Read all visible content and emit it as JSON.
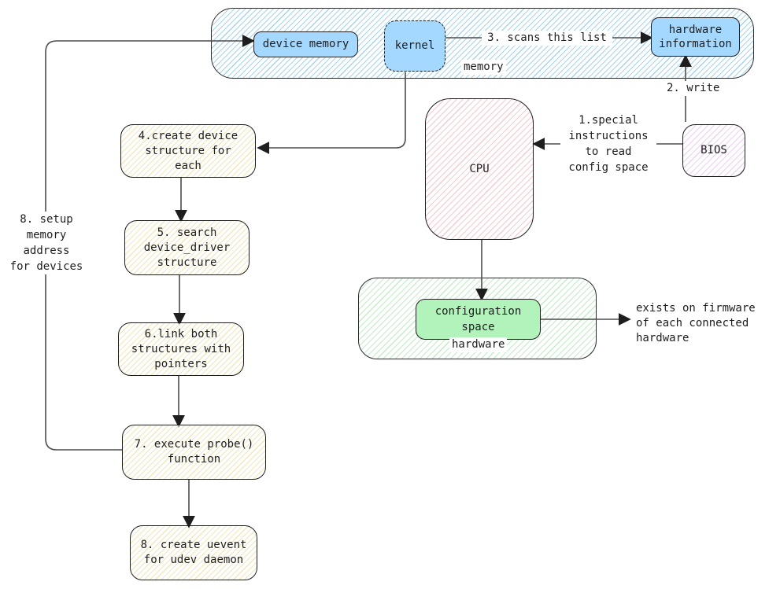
{
  "colors": {
    "blue_fill": "#a5d8ff",
    "green_fill": "#b2f2bb",
    "blue_hatch": "#a8d3ef",
    "pink_hatch": "#f6c9ce",
    "purple_hatch": "#edd0f2",
    "green_hatch": "#c4ebc8",
    "yellow_hatch": "#f1e6bc",
    "stroke": "#1e1e1e",
    "wire": "#4d4d4d"
  },
  "groups": {
    "memory": {
      "label": "memory"
    },
    "hardware": {
      "label": "hardware"
    }
  },
  "nodes": {
    "device_memory": {
      "label": "device memory"
    },
    "kernel": {
      "label": "kernel"
    },
    "hardware_information": {
      "label": "hardware\ninformation"
    },
    "cpu": {
      "label": "CPU"
    },
    "bios": {
      "label": "BIOS"
    },
    "configuration_space": {
      "label": "configuration\nspace"
    },
    "step4": {
      "label": "4.create device\nstructure for\neach"
    },
    "step5": {
      "label": "5. search\ndevice_driver\nstructure"
    },
    "step6": {
      "label": "6.link both\nstructures with\npointers"
    },
    "step7": {
      "label": "7. execute probe()\nfunction"
    },
    "step8": {
      "label": "8. create uevent\nfor udev daemon"
    }
  },
  "edge_labels": {
    "scans": "3. scans this list",
    "write": "2. write",
    "special_instructions": "1.special\ninstructions\nto read\nconfig space",
    "exists_on_firmware": "exists on firmware\nof each connected\nhardware",
    "setup_memory_address": "8. setup\nmemory\naddress\nfor devices"
  }
}
